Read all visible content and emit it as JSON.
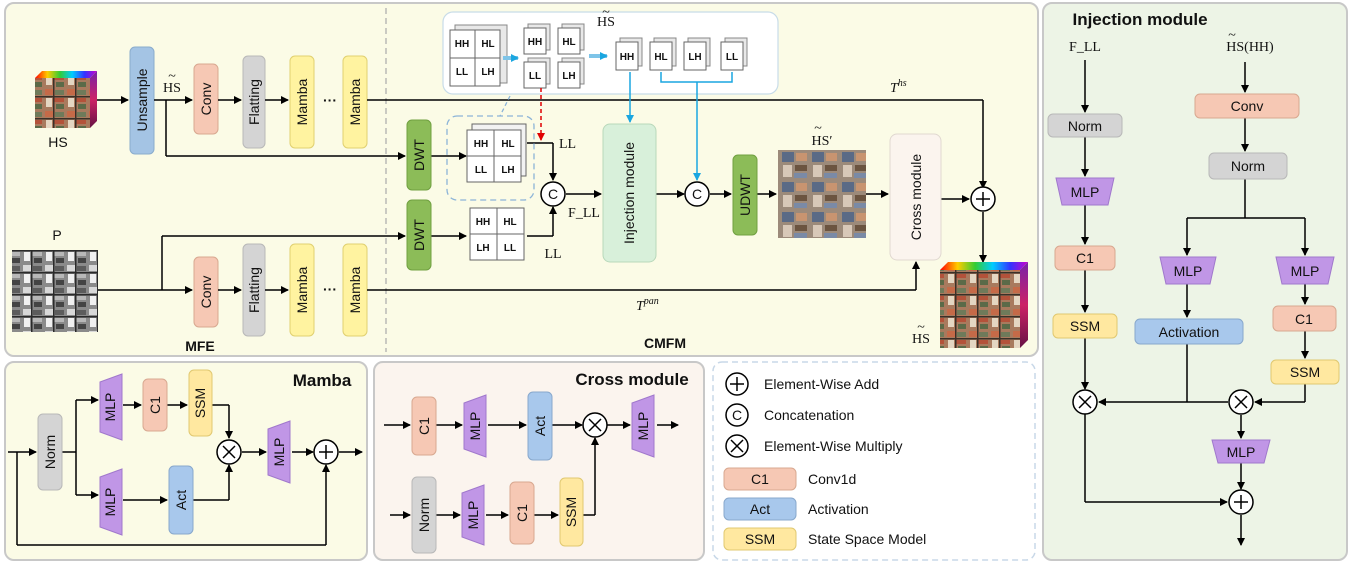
{
  "main": {
    "hs_input_label": "HS",
    "pan_input_label": "P",
    "hs_tilde": "HS",
    "upsample": "Unsample",
    "conv": "Conv",
    "flatting": "Flatting",
    "mamba": "Mamba",
    "dots": "···",
    "t_hs_base": "T",
    "t_hs_sup": "hs",
    "t_pan_base": "T",
    "t_pan_sup": "pan",
    "dwt": "DWT",
    "udwt": "UDWT",
    "ll": "LL",
    "f_ll": "F_LL",
    "concat": "C",
    "injection": "Injection module",
    "cross": "Cross module",
    "hs_prime": "HS′",
    "hs_out": "HS",
    "mfe": "MFE",
    "cmfm": "CMFM",
    "sub_hh": "HH",
    "sub_hl": "HL",
    "sub_lh": "LH",
    "sub_ll": "LL"
  },
  "mamba_panel": {
    "title": "Mamba",
    "norm": "Norm",
    "mlp": "MLP",
    "c1": "C1",
    "ssm": "SSM",
    "act": "Act"
  },
  "cross_panel": {
    "title": "Cross module",
    "norm": "Norm",
    "mlp": "MLP",
    "c1": "C1",
    "ssm": "SSM",
    "act": "Act"
  },
  "legend": {
    "items": [
      {
        "symbol": "+",
        "label": "Element-Wise Add"
      },
      {
        "symbol": "C",
        "label": "Concatenation"
      },
      {
        "symbol": "×",
        "label": "Element-Wise Multiply"
      },
      {
        "symbol": "C1",
        "label": "Conv1d"
      },
      {
        "symbol": "Act",
        "label": "Activation"
      },
      {
        "symbol": "SSM",
        "label": "State Space Model"
      }
    ]
  },
  "injection_panel": {
    "title": "Injection module",
    "f_ll": "F_LL",
    "hs_hh": "HS(HH)",
    "norm": "Norm",
    "conv": "Conv",
    "mlp": "MLP",
    "c1": "C1",
    "ssm": "SSM",
    "activation": "Activation"
  },
  "colors": {
    "panel_yellow": "#fbfbe6",
    "panel_pink": "#fbf4ee",
    "panel_green": "#edf4e6",
    "conv_salmon": "#f6c8b4",
    "flatting_gray": "#d4d4d4",
    "mamba_yellow": "#fff3a0",
    "unsample_blue": "#a4c4e4",
    "dwt_green": "#8cbc58",
    "injection_green": "#d8f0da",
    "mlp_purple": "#c096e6",
    "act_blue": "#a8c8ec",
    "ssm_yellow": "#ffe8a0",
    "arrow_red": "#e00000",
    "arrow_cyan": "#1aa6e0"
  }
}
